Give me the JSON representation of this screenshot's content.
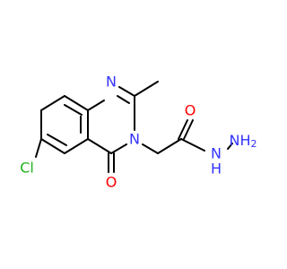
{
  "molecule": {
    "colors": {
      "bond": "#000000",
      "N": "#3333ff",
      "O": "#ff0000",
      "Cl": "#1fb21f",
      "background": "#ffffff"
    },
    "atoms": {
      "n1": {
        "text": "N",
        "element": "N"
      },
      "n3": {
        "text": "N",
        "element": "N"
      },
      "o4": {
        "text": "O",
        "element": "O"
      },
      "cl": {
        "text": "Cl",
        "element": "Cl"
      },
      "o_amide": {
        "text": "O",
        "element": "O"
      },
      "nh": {
        "text": "N",
        "element": "N",
        "h_text": "H"
      },
      "nh2": {
        "text": "NH",
        "element": "N",
        "sub": "2"
      }
    }
  }
}
